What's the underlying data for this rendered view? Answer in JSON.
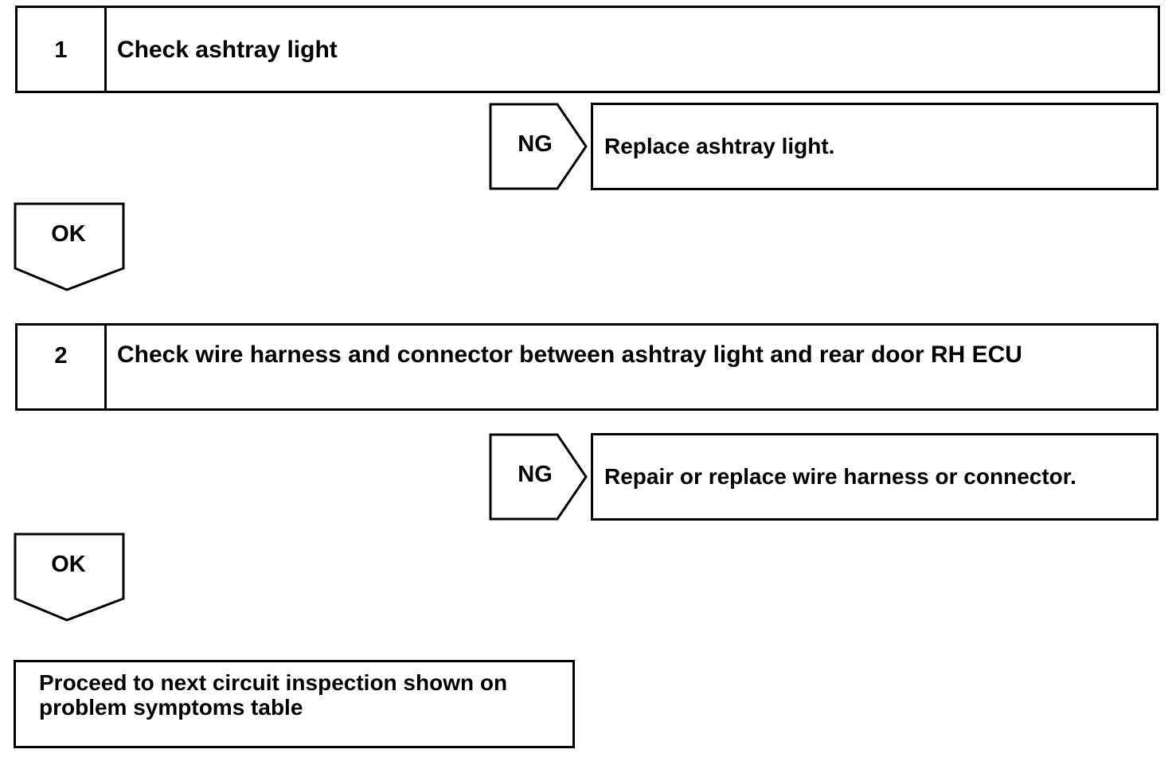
{
  "steps": [
    {
      "number": "1",
      "title": "Check ashtray light",
      "ng_label": "NG",
      "ng_action": "Replace ashtray light.",
      "ok_label": "OK"
    },
    {
      "number": "2",
      "title": "Check wire harness and connector between ashtray light and rear door RH ECU",
      "ng_label": "NG",
      "ng_action": "Repair or replace wire harness or connector.",
      "ok_label": "OK"
    }
  ],
  "final_action": {
    "line1": "Proceed to next circuit inspection shown on",
    "line2": "problem symptoms table"
  },
  "colors": {
    "ink": "#000000",
    "background": "#ffffff"
  }
}
